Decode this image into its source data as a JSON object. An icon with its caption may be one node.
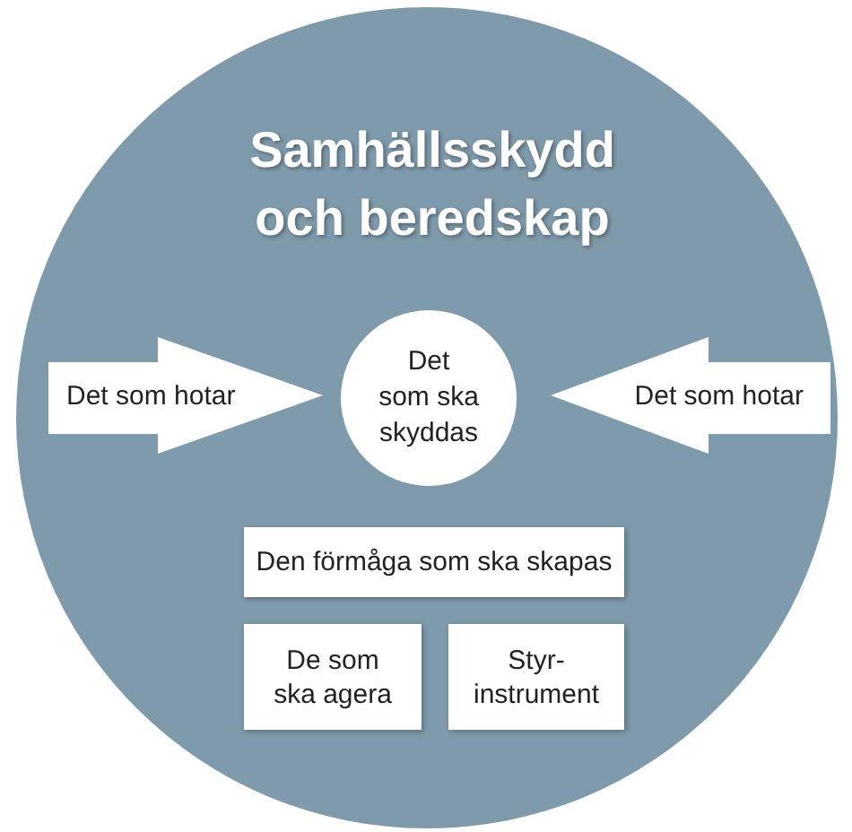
{
  "diagram": {
    "nodes": [
      {
        "text": [
          "Samhällsskydd och beredskap"
        ]
      },
      {
        "text": [
          "Det som hotar"
        ],
        "in": 0
      },
      {
        "text": [
          "Det som ska skyddas"
        ],
        "in": 0
      },
      {
        "text": [
          "Det som hotar"
        ],
        "in": 0
      },
      {
        "text": [
          "Den förmåga som ska skapas"
        ],
        "in": 0
      },
      {
        "text": [
          "De som ska agera"
        ],
        "in": 0
      },
      {
        "text": [
          "Styr- instrument"
        ],
        "in": 0
      }
    ]
  }
}
